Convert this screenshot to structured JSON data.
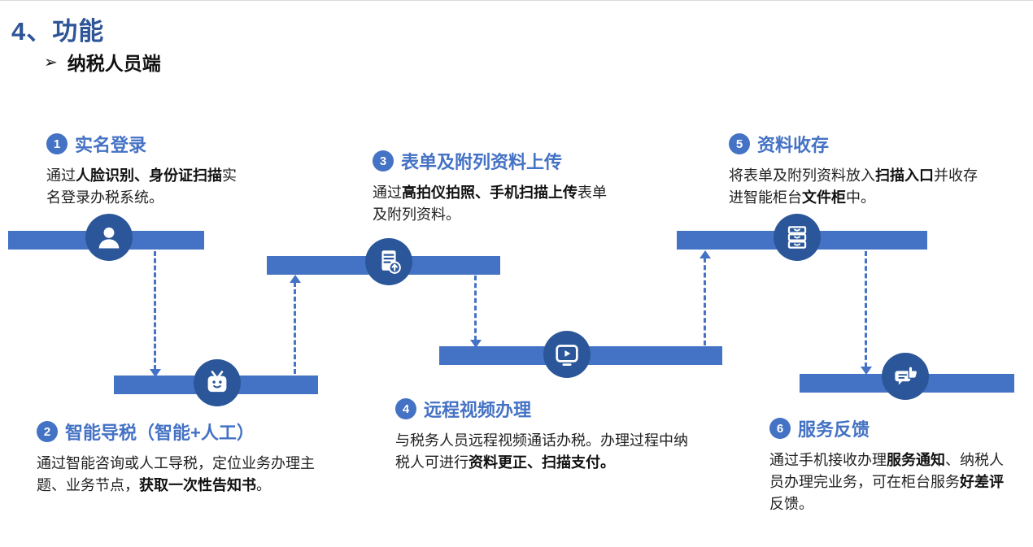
{
  "page": {
    "title": "4、功能",
    "subtitle": "纳税人员端",
    "subtitle_marker": "➢"
  },
  "colors": {
    "bar": "#4472C4",
    "node": "#2B579A",
    "heading": "#4472C4",
    "title": "#2E5597",
    "body": "#222222"
  },
  "steps": [
    {
      "num": "1",
      "title": "实名登录",
      "icon": "user-icon",
      "desc": [
        {
          "t": "通过"
        },
        {
          "t": "人脸识别、身份证扫描",
          "b": true
        },
        {
          "t": "实名登录办税系统。"
        }
      ]
    },
    {
      "num": "2",
      "title": "智能导税（智能+人工）",
      "icon": "robot-assistant-icon",
      "desc": [
        {
          "t": "通过智能咨询或人工导税，定位业务办理主题、业务节点，"
        },
        {
          "t": "获取一次性告知书",
          "b": true
        },
        {
          "t": "。"
        }
      ]
    },
    {
      "num": "3",
      "title": "表单及附列资料上传",
      "icon": "document-upload-icon",
      "desc": [
        {
          "t": "通过"
        },
        {
          "t": "高拍仪拍照、手机扫描上传",
          "b": true
        },
        {
          "t": "表单及附列资料。"
        }
      ]
    },
    {
      "num": "4",
      "title": "远程视频办理",
      "icon": "video-call-icon",
      "desc": [
        {
          "t": "与税务人员远程视频通话办税。办理过程中纳税人可进行"
        },
        {
          "t": "资料更正、扫描支付。",
          "b": true
        }
      ]
    },
    {
      "num": "5",
      "title": "资料收存",
      "icon": "file-cabinet-icon",
      "desc": [
        {
          "t": "将表单及附列资料放入"
        },
        {
          "t": "扫描入口",
          "b": true
        },
        {
          "t": "并收存进智能柜台"
        },
        {
          "t": "文件柜",
          "b": true
        },
        {
          "t": "中。"
        }
      ]
    },
    {
      "num": "6",
      "title": "服务反馈",
      "icon": "feedback-thumbs-up-icon",
      "desc": [
        {
          "t": "通过手机接收办理"
        },
        {
          "t": "服务通知",
          "b": true
        },
        {
          "t": "、纳税人员办理完业务，可在柜台服务"
        },
        {
          "t": "好差评",
          "b": true
        },
        {
          "t": "反馈。"
        }
      ]
    }
  ]
}
